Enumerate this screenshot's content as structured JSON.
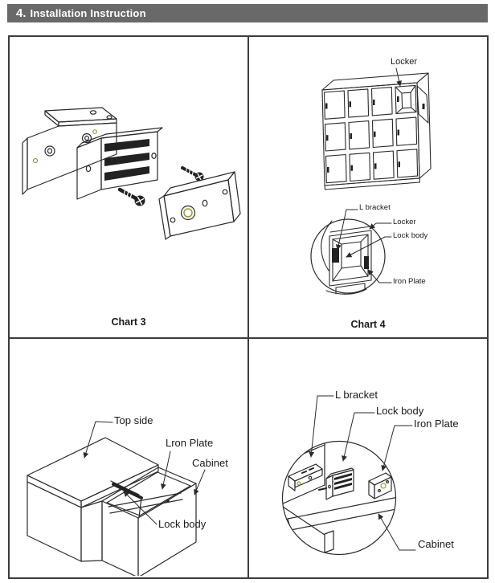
{
  "header": {
    "number": "4.",
    "title": "Installation Instruction"
  },
  "chart3": {
    "caption": "Chart 3"
  },
  "chart4": {
    "caption": "Chart 4",
    "labels": {
      "locker_top": "Locker",
      "l_bracket": "L bracket",
      "locker": "Locker",
      "lock_body": "Lock body",
      "iron_plate": "Iron Plate"
    }
  },
  "cabinet_top": {
    "labels": {
      "top_side": "Top side",
      "iron_plate": "Lron Plate",
      "cabinet": "Cabinet",
      "lock_body": "Lock body"
    }
  },
  "cabinet_detail": {
    "labels": {
      "l_bracket": "L bracket",
      "lock_body": "Lock body",
      "iron_plate": "Iron Plate",
      "cabinet": "Cabinet"
    }
  },
  "colors": {
    "header_bg": "#696969",
    "header_text": "#ffffff",
    "line": "#2a2a2a",
    "accent_ring": "#9a9a30"
  }
}
